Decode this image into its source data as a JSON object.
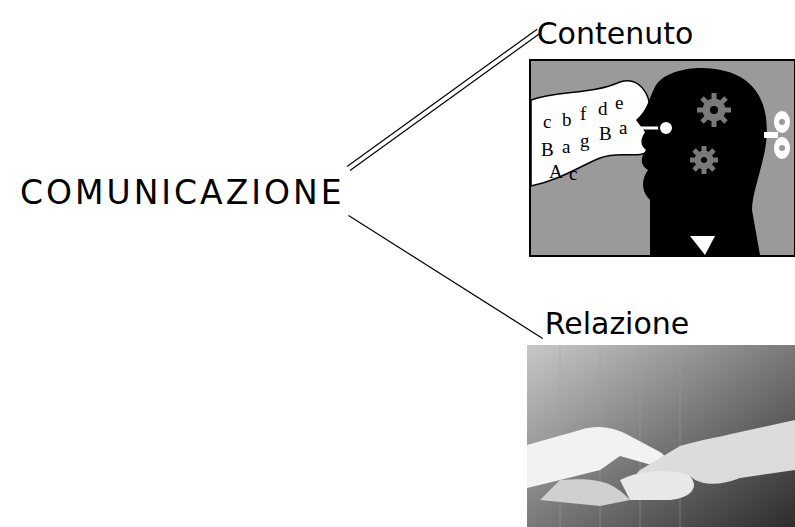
{
  "diagram": {
    "nodes": [
      {
        "text": [
          "COMUNICAZIONE"
        ]
      },
      {
        "text": [
          "Contenuto"
        ]
      },
      {
        "text": [
          "Relazione"
        ]
      }
    ],
    "edges": [
      {
        "from": 0,
        "to": 1,
        "arrow": "none"
      },
      {
        "from": 0,
        "to": 2,
        "arrow": "none"
      }
    ],
    "labels": [
      "c",
      "b",
      "f",
      "d",
      "e",
      "B",
      "a",
      "g",
      "B",
      "a",
      "A",
      "c"
    ]
  }
}
